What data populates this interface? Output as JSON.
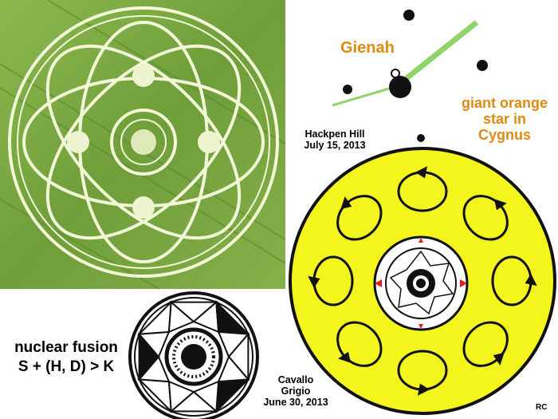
{
  "labels": {
    "gienah": "Gienah",
    "star_desc": [
      "giant orange",
      "star in",
      "Cygnus"
    ],
    "hackpen": [
      "Hackpen Hill",
      "July 15, 2013"
    ],
    "fusion": [
      "nuclear fusion",
      "S + (H, D) > K"
    ],
    "cavallo": [
      "Cavallo",
      "Grigio",
      "June 30, 2013"
    ],
    "credit": "RC"
  },
  "colors": {
    "field": "#7aa640",
    "yellow_disc": "#f5f51e",
    "orange_text": "#e08a10",
    "star_line": "#8fd46b"
  }
}
